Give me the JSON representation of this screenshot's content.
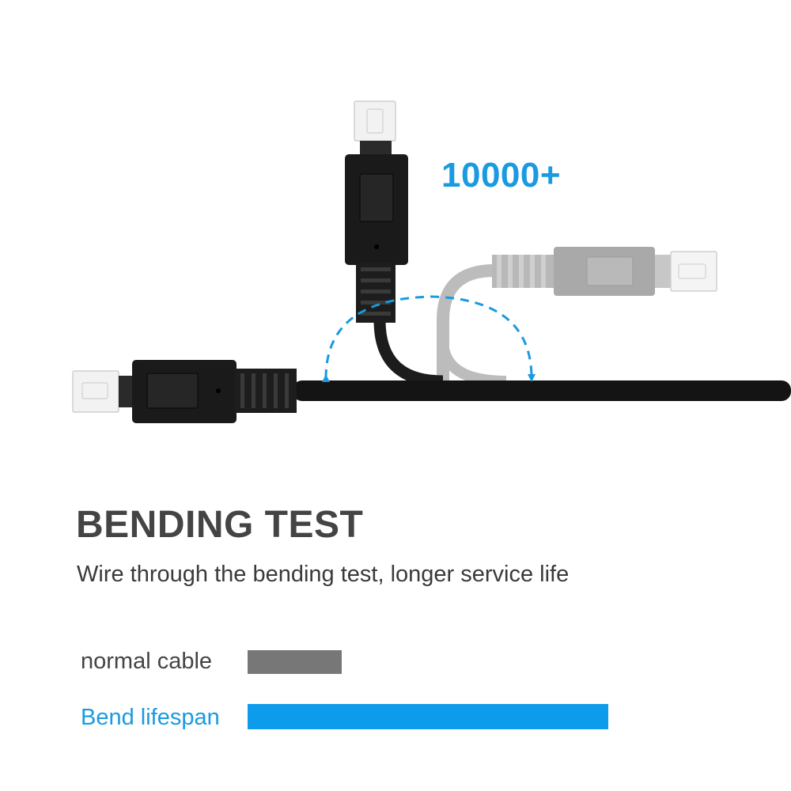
{
  "badge": {
    "text": "10000+"
  },
  "heading": "BENDING TEST",
  "subtitle": "Wire through the bending test, longer service life",
  "comparison": [
    {
      "label": "normal cable",
      "relative_value": 0.26,
      "label_color": "#444444",
      "bar_color": "#777777"
    },
    {
      "label": "Bend lifespan",
      "relative_value": 1.0,
      "label_color": "#1a9ae0",
      "bar_color": "#0d9cec"
    }
  ],
  "colors": {
    "accent": "#1a9ae0",
    "text_dark": "#444444",
    "text_body": "#3a3a3a",
    "cable_black": "#141414",
    "cable_faded": "#b9b9b9"
  },
  "icons": [
    "mini-usb-connector-icon",
    "dashed-bend-arrow-icon"
  ]
}
